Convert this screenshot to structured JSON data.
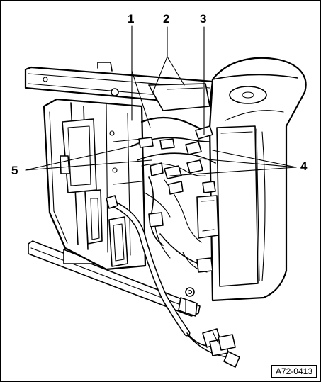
{
  "callouts": [
    "1",
    "2",
    "3",
    "4",
    "5"
  ],
  "reference": "A72-0413",
  "colors": {
    "line": "#000000",
    "background": "#ffffff"
  }
}
